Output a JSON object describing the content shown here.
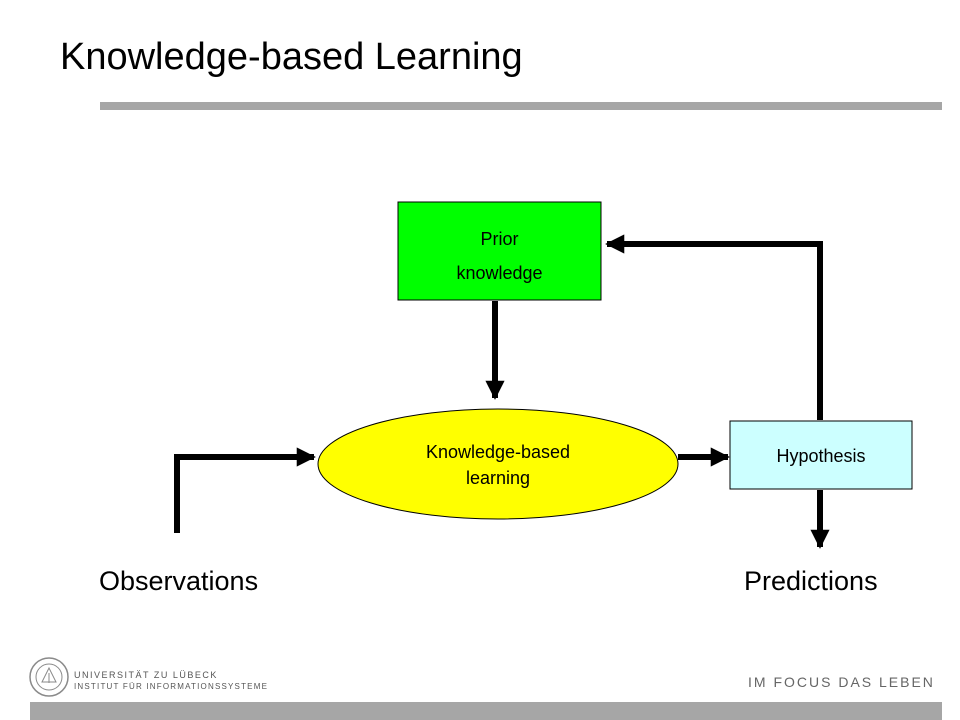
{
  "title": "Knowledge-based Learning",
  "nodes": {
    "prior_line1": "Prior",
    "prior_line2": "knowledge",
    "kbl_line1": "Knowledge-based",
    "kbl_line2": "learning",
    "hypothesis": "Hypothesis"
  },
  "labels": {
    "observations": "Observations",
    "predictions": "Predictions"
  },
  "footer": {
    "university": "UNIVERSITÄT ZU LÜBECK",
    "institute": "INSTITUT FÜR INFORMATIONSSYSTEME",
    "motto": "IM FOCUS DAS LEBEN"
  },
  "colors": {
    "prior_fill": "#00ff00",
    "kbl_fill": "#ffff00",
    "hypothesis_fill": "#ccffff",
    "rule": "#a6a6a6"
  },
  "icons": {
    "logo": "university-seal-icon"
  }
}
